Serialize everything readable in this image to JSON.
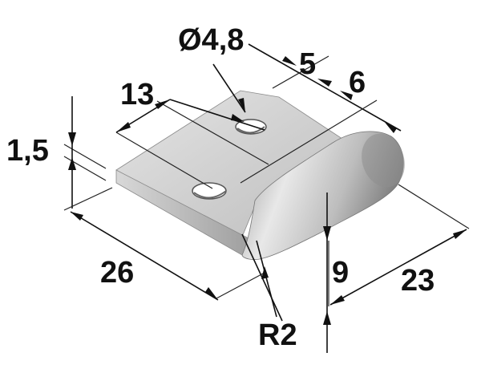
{
  "colors": {
    "background": "#ffffff",
    "plate_top": "#cfcfcf",
    "plate_side": "#a9a9a9",
    "plate_front": "#b9b9b9",
    "curl_light": "#e2e2e2",
    "curl_dark": "#8c8c8c",
    "line": "#111111"
  },
  "dimensions": {
    "hole_diameter": "Ø4,8",
    "slot_5": "5",
    "slot_6": "6",
    "hole_spacing_13": "13",
    "thickness": "1,5",
    "width_26": "26",
    "height_9": "9",
    "depth_23": "23",
    "radius": "R2"
  }
}
